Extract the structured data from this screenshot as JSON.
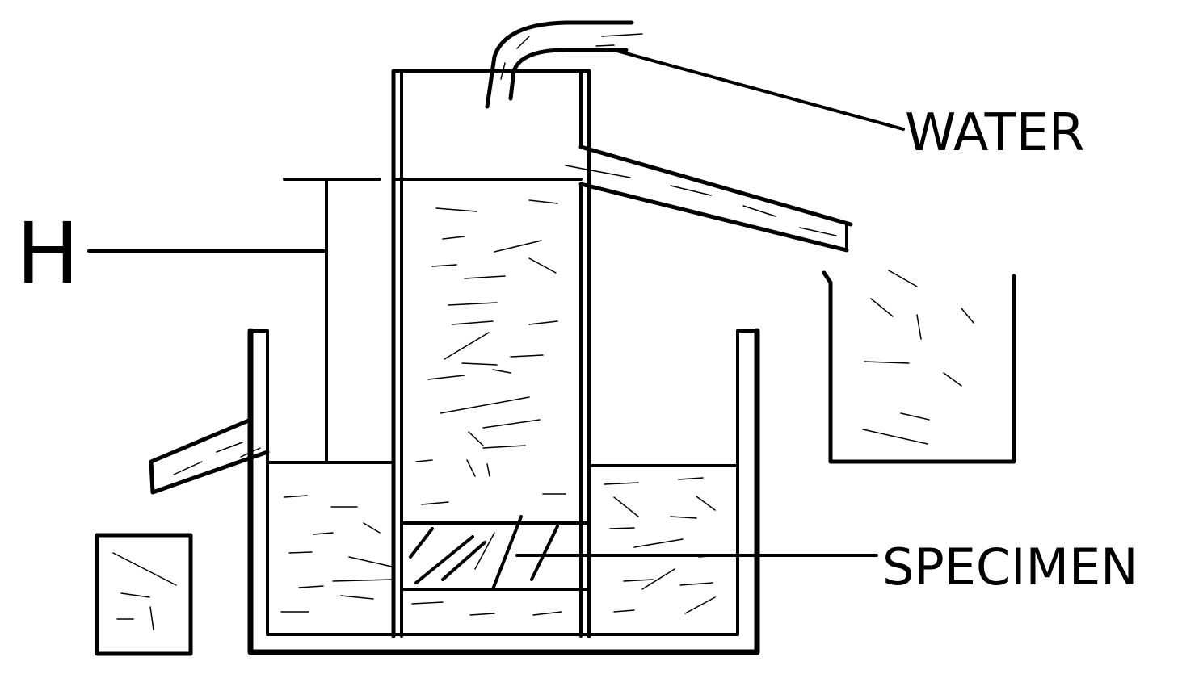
{
  "labels": {
    "water": "WATER",
    "specimen": "SPECIMEN",
    "head": "H"
  }
}
